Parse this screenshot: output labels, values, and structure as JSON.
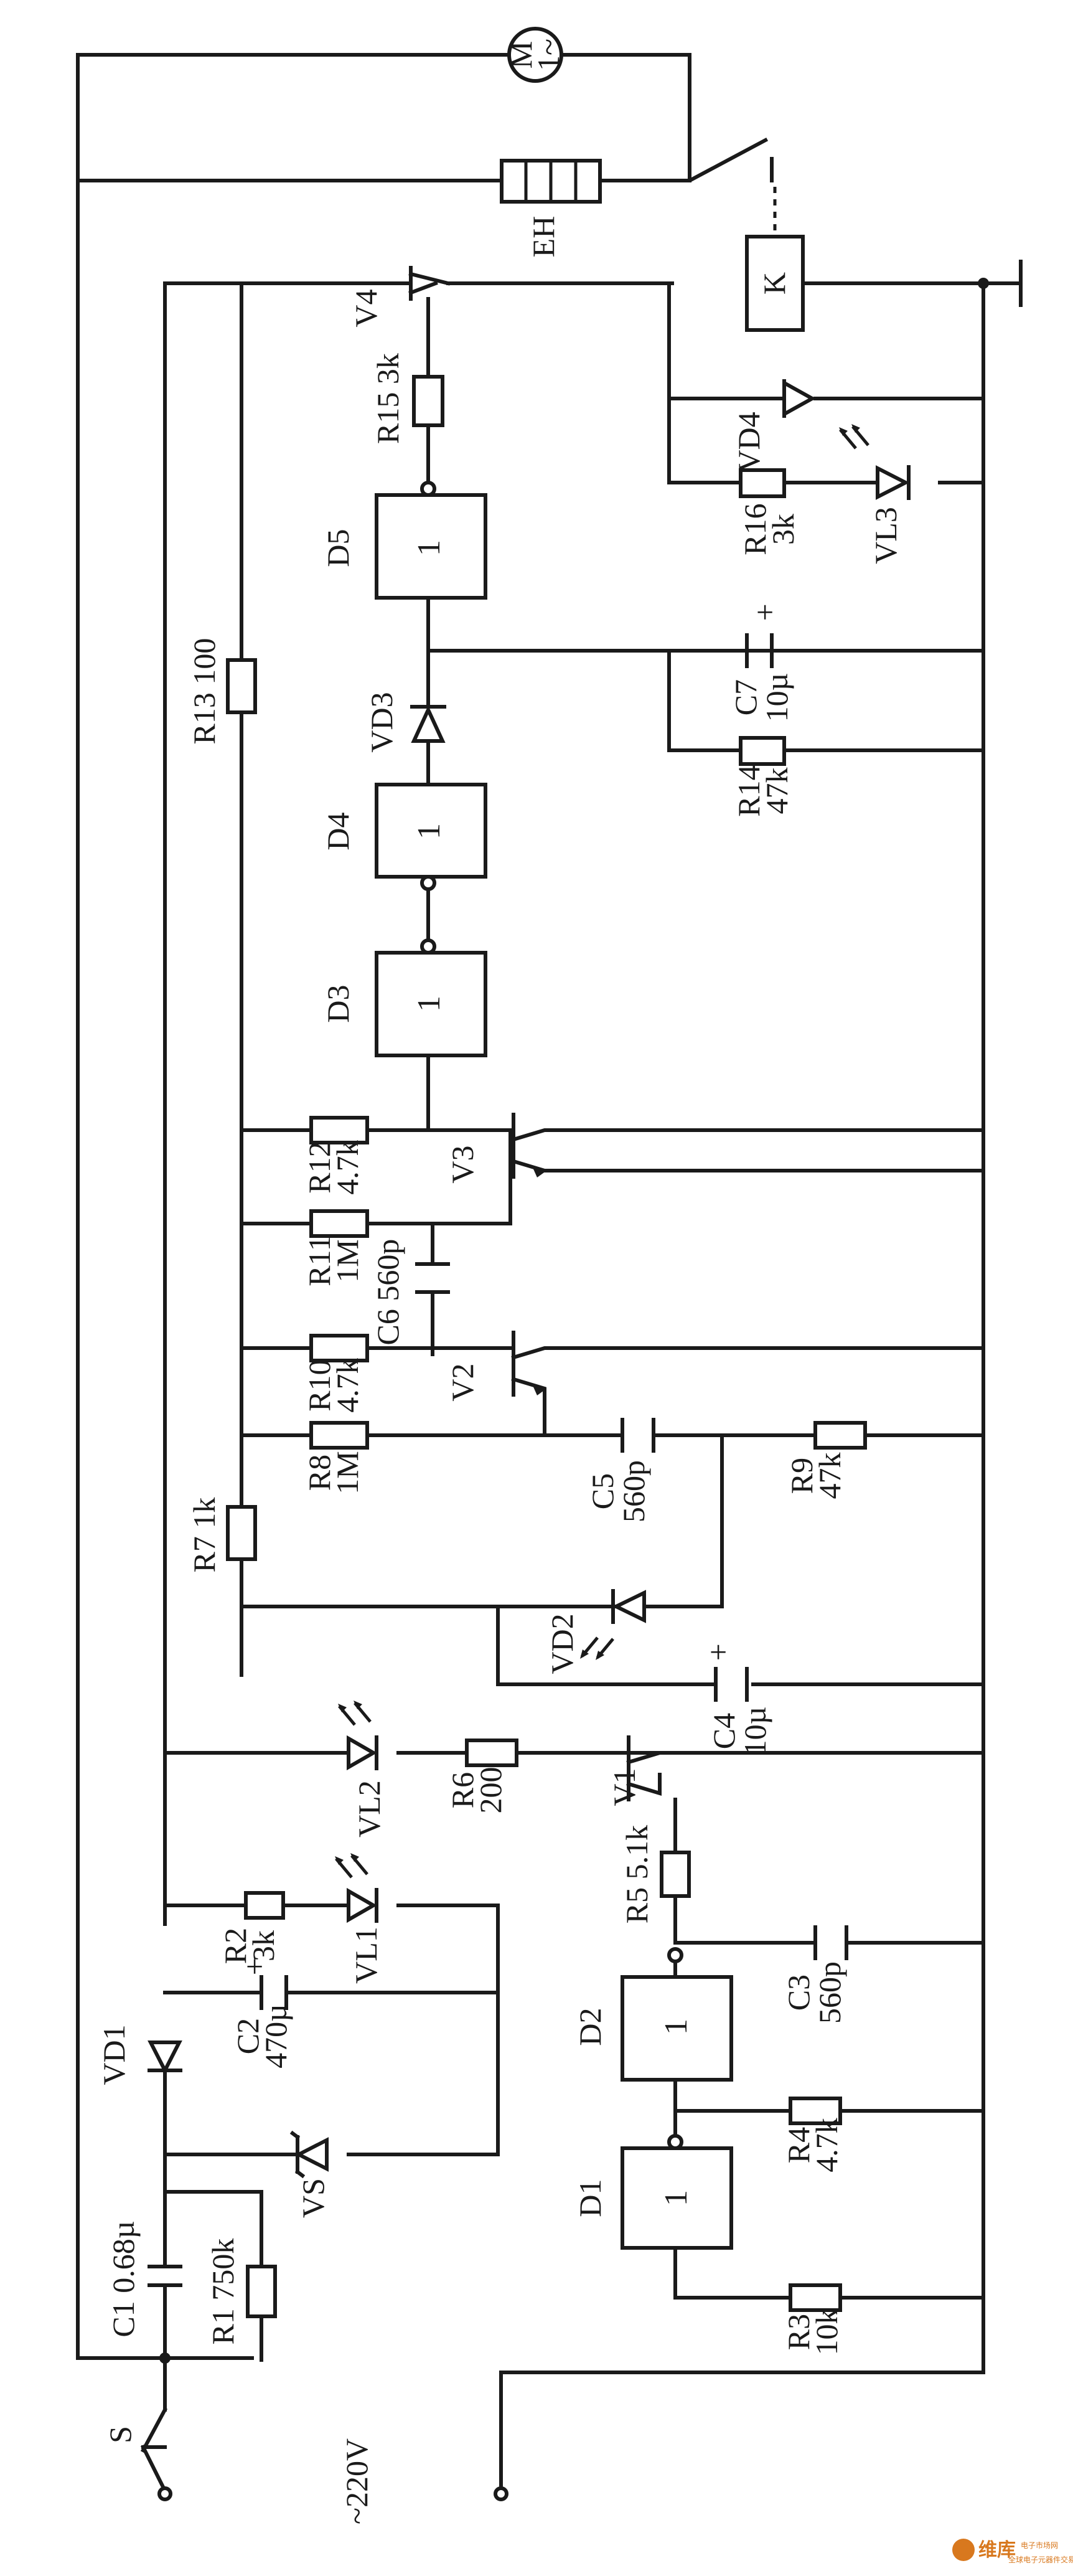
{
  "labels": {
    "motor": "M",
    "motor_sub": "1~",
    "heater": "EH",
    "relay": "K",
    "V4": "V4",
    "V3": "V3",
    "V2": "V2",
    "V1": "V1",
    "R15": "R15 3k",
    "R16": "R16",
    "R16_val": "3k",
    "VD4": "VD4",
    "VL3": "VL3",
    "D5": "D5",
    "D4": "D4",
    "D3": "D3",
    "D2": "D2",
    "D1": "D1",
    "gate": "1",
    "gate_d1": "1",
    "VD3": "VD3",
    "C7": "C7",
    "C7_val": "10µ",
    "R14": "R14",
    "R14_val": "47k",
    "R13": "R13 100",
    "R12": "R12",
    "R12_val": "4.7k",
    "R11": "R11",
    "R11_val": "1M",
    "C6": "C6 560p",
    "R10": "R10",
    "R10_val": "4.7k",
    "R8": "R8",
    "R8_val": "1M",
    "C5": "C5",
    "C5_val": "560p",
    "R9": "R9",
    "R9_val": "47k",
    "R7": "R7 1k",
    "VD2": "VD2",
    "C4": "C4",
    "C4_val": "10µ",
    "VL2": "VL2",
    "R6": "R6",
    "R6_val": "200",
    "R5": "R5 5.1k",
    "C3": "C3",
    "C3_val": "560p",
    "R2": "R2",
    "R2_val": "3k",
    "VL1": "VL1",
    "C2": "C2",
    "C2_val": "470µ",
    "VD1": "VD1",
    "VS": "VS",
    "R4": "R4",
    "R4_val": "4.7k",
    "R3": "R3",
    "R3_val": "10k",
    "C1": "C1 0.68µ",
    "R1": "R1 750k",
    "S": "S",
    "mains": "~220V",
    "plus": "+"
  },
  "watermark": {
    "brand": "维库",
    "tagline": "电子市场网",
    "sub": "全球电子元器件交易网站"
  },
  "colors": {
    "ink": "#1a1a1a",
    "paper": "#ffffff",
    "watermark": "#d8781e"
  }
}
